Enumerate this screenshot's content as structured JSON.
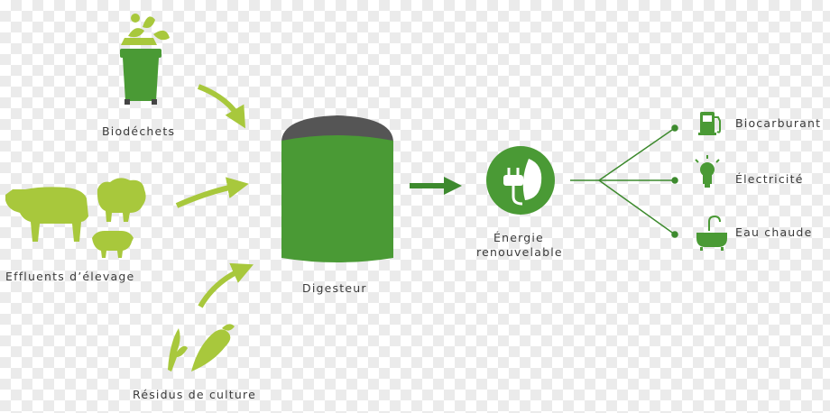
{
  "inputs": {
    "biowaste": "Biodéchets",
    "livestock": "Effluents d’élevage",
    "crops": "Résidus de culture"
  },
  "digester": {
    "label": "Digesteur"
  },
  "energy": {
    "line1": "Énergie",
    "line2": "renouvelable"
  },
  "outputs": {
    "biofuel": "Biocarburant",
    "electricity": "Électricité",
    "hot_water": "Eau chaude"
  },
  "colors": {
    "light_green": "#a8c83c",
    "dark_green": "#4a9a35",
    "line_green": "#3d8a2e",
    "tank_lid": "#555555",
    "text": "#3a3a3a"
  }
}
